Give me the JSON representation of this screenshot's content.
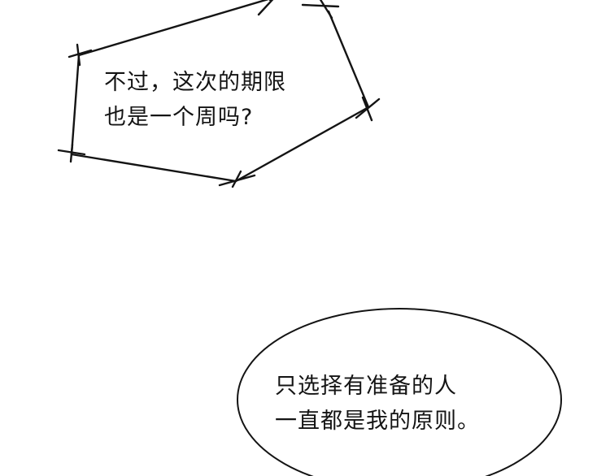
{
  "panel": {
    "bubbles": [
      {
        "shape": "jagged-frame",
        "lines": [
          "不过，这次的期限",
          "也是一个周吗?"
        ]
      },
      {
        "shape": "ellipse",
        "lines": [
          "只选择有准备的人",
          "一直都是我的原则。"
        ]
      }
    ]
  },
  "colors": {
    "background": "#ffffff",
    "ink": "#141414"
  }
}
